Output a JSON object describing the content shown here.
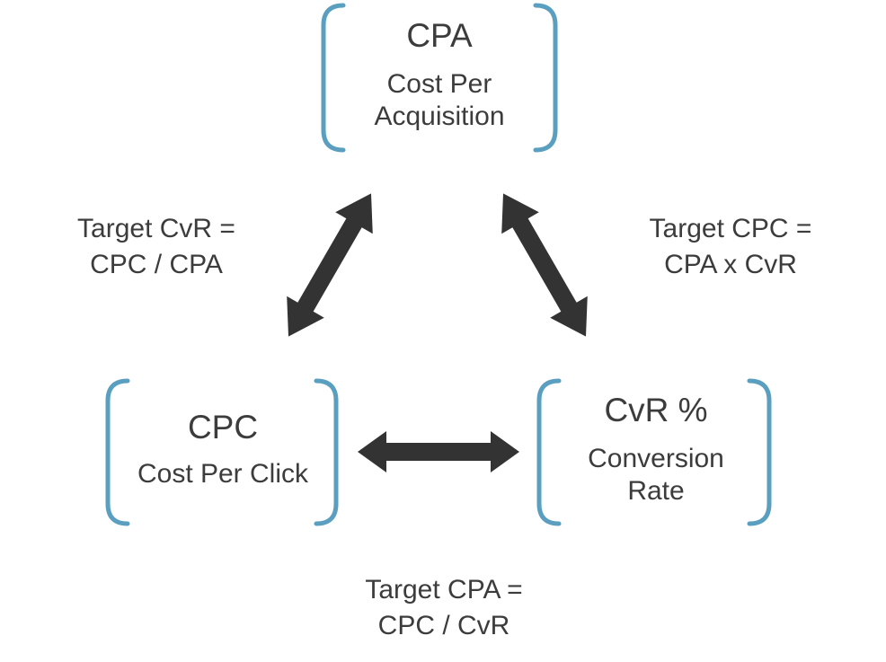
{
  "colors": {
    "bracket": "#5b9fc0",
    "arrow": "#333333",
    "text": "#3c3c3c"
  },
  "nodes": {
    "cpa": {
      "title": "CPA",
      "subtitle_line1": "Cost Per",
      "subtitle_line2": "Acquisition"
    },
    "cpc": {
      "title": "CPC",
      "subtitle_line1": "Cost Per Click"
    },
    "cvr": {
      "title": "CvR %",
      "subtitle_line1": "Conversion",
      "subtitle_line2": "Rate"
    }
  },
  "formulas": {
    "target_cvr": {
      "line1": "Target CvR =",
      "line2": "CPC / CPA"
    },
    "target_cpc": {
      "line1": "Target CPC =",
      "line2": "CPA x CvR"
    },
    "target_cpa": {
      "line1": "Target CPA =",
      "line2": "CPC / CvR"
    }
  }
}
